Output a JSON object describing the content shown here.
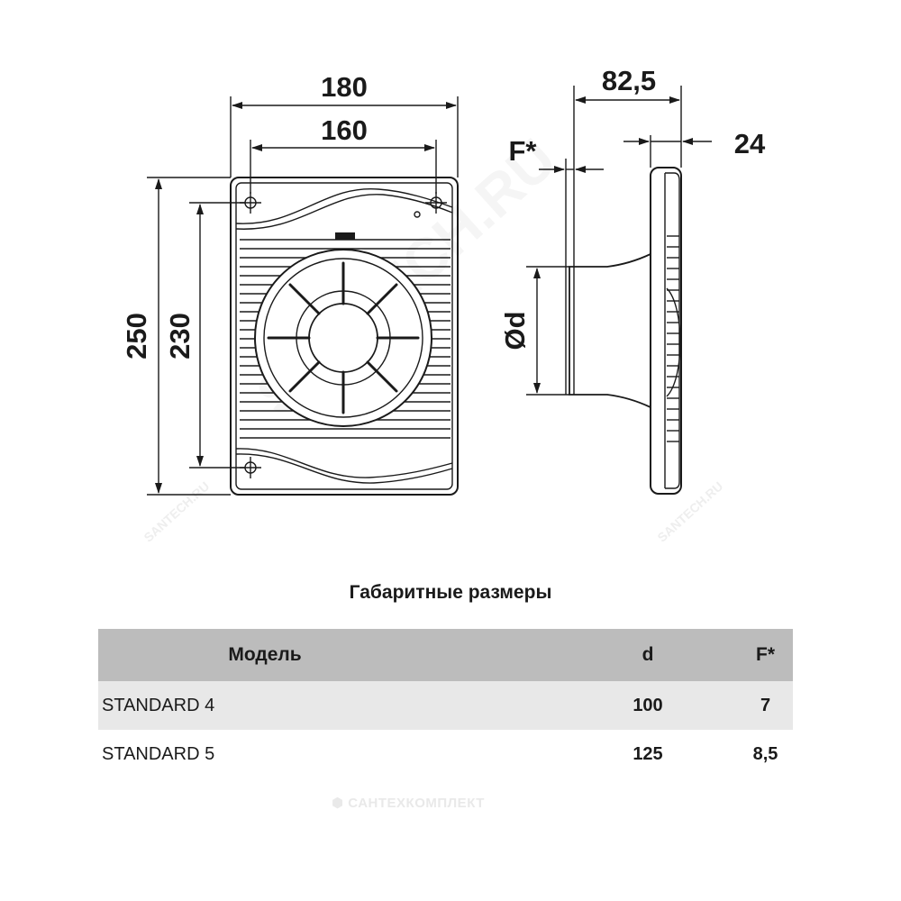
{
  "dimensions": {
    "overall_width": "180",
    "hole_spacing_horizontal": "160",
    "overall_height": "250",
    "hole_spacing_vertical": "230",
    "depth": "82,5",
    "front_thickness": "24",
    "flange_label": "F*",
    "diameter_label": "Ød"
  },
  "watermarks": {
    "main": "SANTECH.RU",
    "left": "SANTECH.RU",
    "right": "SANTECH.RU",
    "bottom": "САНТЕХКОМПЛЕКТ"
  },
  "table": {
    "title": "Габаритные размеры",
    "headers": {
      "model": "Модель",
      "d": "d",
      "f": "F*"
    },
    "rows": [
      {
        "model": "STANDARD 4",
        "d": "100",
        "f": "7"
      },
      {
        "model": "STANDARD 5",
        "d": "125",
        "f": "8,5"
      }
    ]
  }
}
